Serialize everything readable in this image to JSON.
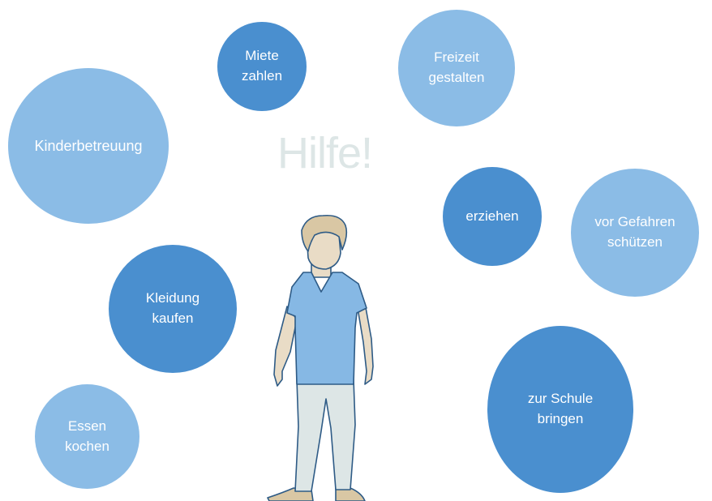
{
  "title": "Hilfe!",
  "bubbles": [
    {
      "id": "miete",
      "lines": [
        "Miete",
        "zahlen"
      ],
      "tone": "dark"
    },
    {
      "id": "freizeit",
      "lines": [
        "Freizeit",
        "gestalten"
      ],
      "tone": "light"
    },
    {
      "id": "kinder",
      "lines": [
        "Kinderbetreuung"
      ],
      "tone": "light"
    },
    {
      "id": "erziehen",
      "lines": [
        "erziehen"
      ],
      "tone": "dark"
    },
    {
      "id": "gefahren",
      "lines": [
        "vor Gefahren",
        "schützen"
      ],
      "tone": "light"
    },
    {
      "id": "kleidung",
      "lines": [
        "Kleidung",
        "kaufen"
      ],
      "tone": "dark"
    },
    {
      "id": "schule",
      "lines": [
        "zur Schule",
        "bringen"
      ],
      "tone": "dark"
    },
    {
      "id": "essen",
      "lines": [
        "Essen",
        "kochen"
      ],
      "tone": "light"
    }
  ],
  "colors": {
    "bubble_dark": "#4a8fcf",
    "bubble_light": "#8bbce6",
    "title": "#dde6e6",
    "shirt": "#86b8e4",
    "pants": "#dde6e6",
    "skin": "#e9dcc6",
    "hair": "#d9c7a4",
    "outline": "#2e5b86"
  },
  "figure_icon": "child-figure-illustration"
}
